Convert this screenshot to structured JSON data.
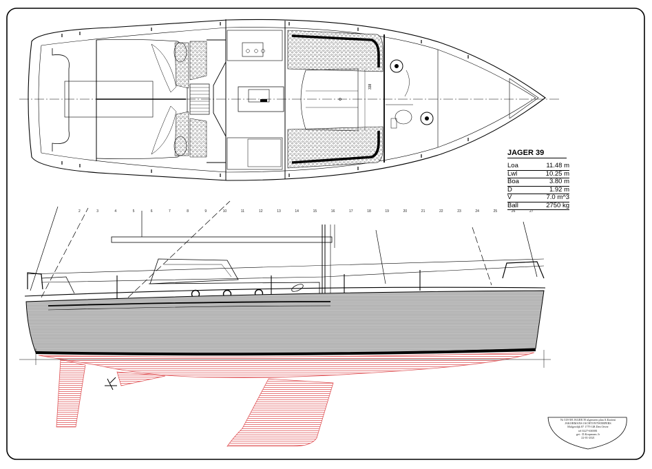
{
  "boat": {
    "name": "JAGER 39",
    "specs": [
      {
        "label": "Loa",
        "value": "11.48 m"
      },
      {
        "label": "Lwl",
        "value": "10.25 m"
      },
      {
        "label": "Boa",
        "value": "3.80 m"
      },
      {
        "label": "D",
        "value": "1.92 m"
      },
      {
        "label": "V",
        "value": "7.0 m^3"
      },
      {
        "label": "Ball",
        "value": "2750 kg"
      }
    ]
  },
  "dimension_label": "338",
  "station_numbers": [
    "2",
    "3",
    "4",
    "5",
    "6",
    "7",
    "8",
    "9",
    "10",
    "11",
    "12",
    "13",
    "14",
    "15",
    "16",
    "17",
    "18",
    "19",
    "20",
    "21",
    "22",
    "23",
    "24",
    "25",
    "26",
    "27"
  ],
  "title_block": {
    "lines": [
      "Nr 318-5H JAGER 39 algemeen plan A.Karteni",
      "JAKOBMANS JACHTONTWERPERS",
      "Molgerdijk 87 1779 GB Den Oever",
      "tel 0227-630081",
      "get : D.Kropmans Jr",
      "22-01-2021"
    ]
  },
  "colors": {
    "line": "#000000",
    "hull": "#b9b9b9",
    "underwater_hatch": "#e0575a",
    "deck_pattern": "#8a8a8a"
  }
}
